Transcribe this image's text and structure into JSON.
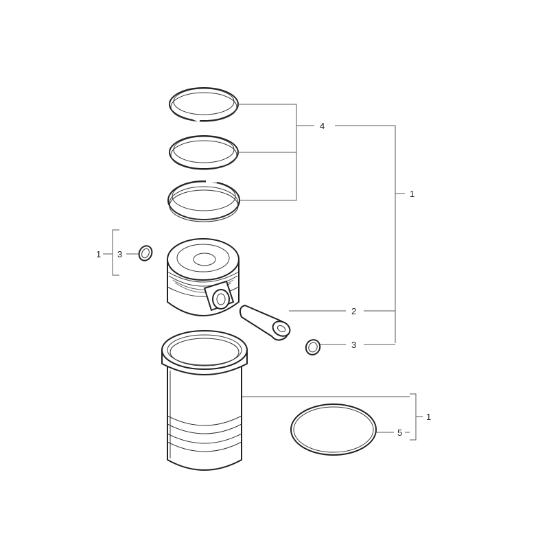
{
  "callouts": {
    "kit_main": "1",
    "kit_left": "1",
    "kit_liner": "1",
    "pin": "2",
    "circlip_left": "3",
    "circlip_right": "3",
    "rings": "4",
    "liner_seal": "5"
  },
  "colors": {
    "line": "#222222",
    "leader": "#555555",
    "background": "#ffffff"
  }
}
